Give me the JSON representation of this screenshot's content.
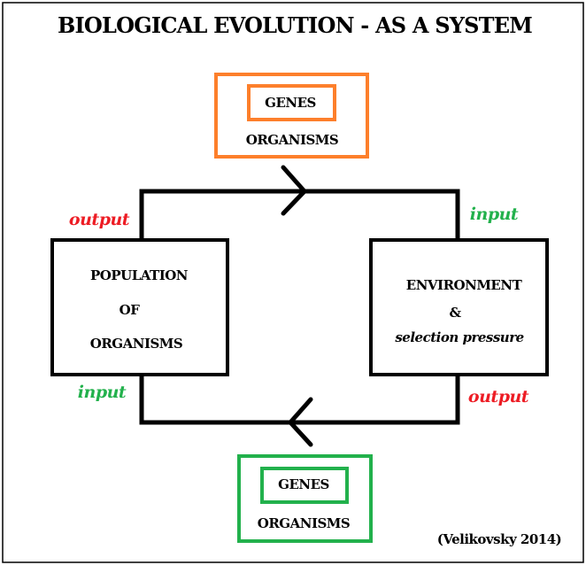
{
  "title": "BIOLOGICAL EVOLUTION  -  AS A SYSTEM",
  "top_box": {
    "inner": "GENES",
    "outer": "ORGANISMS"
  },
  "bottom_box": {
    "inner": "GENES",
    "outer": "ORGANISMS"
  },
  "population_box": {
    "line1": "POPULATION",
    "line2": "OF",
    "line3": "ORGANISMS"
  },
  "environment_box": {
    "line1": "ENVIRONMENT",
    "line2": "&",
    "line3": "selection pressure"
  },
  "labels": {
    "population_output": "output",
    "environment_input": "input",
    "population_input": "input",
    "environment_output": "output"
  },
  "citation": "(Velikovsky 2014)",
  "colors": {
    "orange": "#fd7f2b",
    "green": "#22b14c",
    "red": "#ed1c24",
    "black": "#000000"
  }
}
